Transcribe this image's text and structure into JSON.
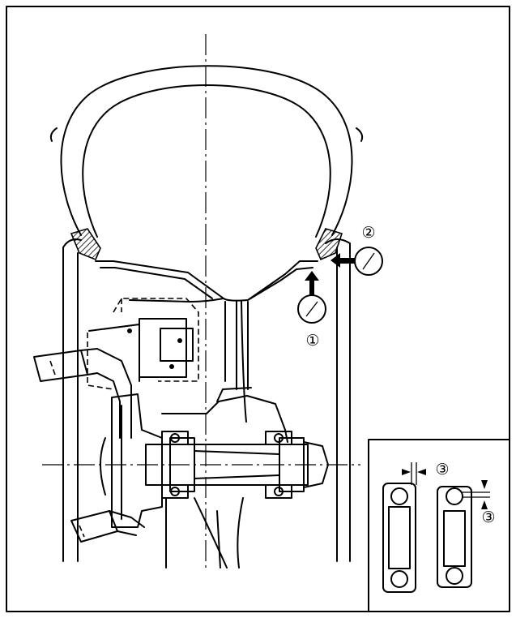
{
  "callouts": [
    {
      "id": "1",
      "text": "①"
    },
    {
      "id": "2",
      "text": "②"
    },
    {
      "id": "3a",
      "text": "③"
    },
    {
      "id": "3b",
      "text": "③"
    }
  ]
}
